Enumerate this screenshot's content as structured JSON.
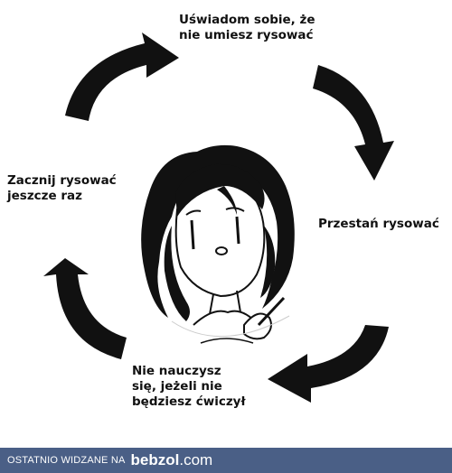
{
  "cycle": {
    "step_top": "Uświadom sobie, że\nnie umiesz rysować",
    "step_right": "Przestań rysować",
    "step_bottom": "Nie nauczysz\nsię, jeżeli nie\nbędziesz ćwiczył",
    "step_left": "Zacznij rysować\njeszcze raz"
  },
  "footer": {
    "caption": "OSTATNIO WIDZANE NA",
    "logo_main": "bebzol",
    "logo_tld": ".com",
    "background_color": "#4a5f86"
  }
}
